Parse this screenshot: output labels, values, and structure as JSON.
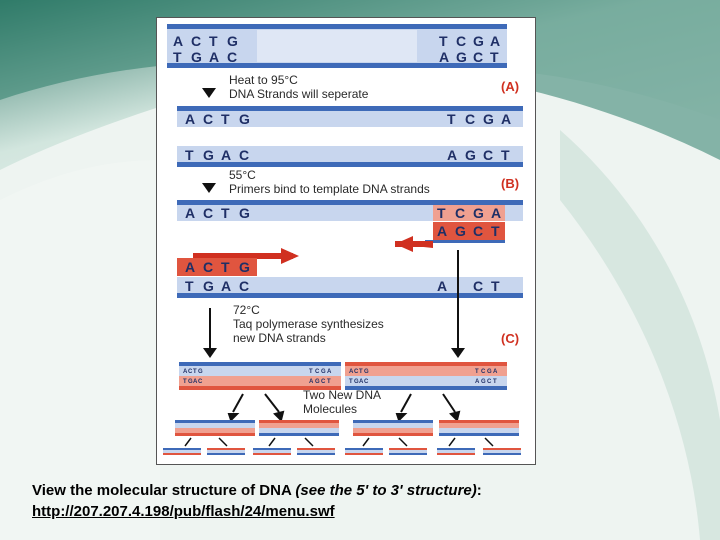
{
  "figure": {
    "strand1_left": [
      "A",
      "C",
      "T",
      "G"
    ],
    "strand1_right": [
      "T",
      "C",
      "G",
      "A"
    ],
    "strand2_left": [
      "T",
      "G",
      "A",
      "C"
    ],
    "strand2_right": [
      "A",
      "G",
      "C",
      "T"
    ],
    "step_a": {
      "line1": "Heat to 95°C",
      "line2": "DNA Strands will seperate",
      "letter": "(A)"
    },
    "step_b": {
      "line1": "55°C",
      "line2": "Primers bind to template DNA strands",
      "letter": "(B)"
    },
    "step_c": {
      "line1": "72°C",
      "line2": "Taq polymerase synthesizes",
      "line3": "new DNA strands",
      "letter": "(C)"
    },
    "two_new_line1": "Two New DNA",
    "two_new_line2": "Molecules",
    "incomplete_right": [
      "A",
      "C",
      "T"
    ]
  },
  "caption": {
    "main": "View the molecular structure of DNA ",
    "italic": "(see the 5' to 3' structure)",
    "end": ":",
    "link": "http://207.207.4.198/pub/flash/24/menu.swf"
  },
  "colors": {
    "strand_blue": "#3e6ab8",
    "backbone_light": "#c8d6ee",
    "primer_red": "#e0553f",
    "accent_red": "#d03020",
    "slide_teal": "#2e7a66"
  }
}
